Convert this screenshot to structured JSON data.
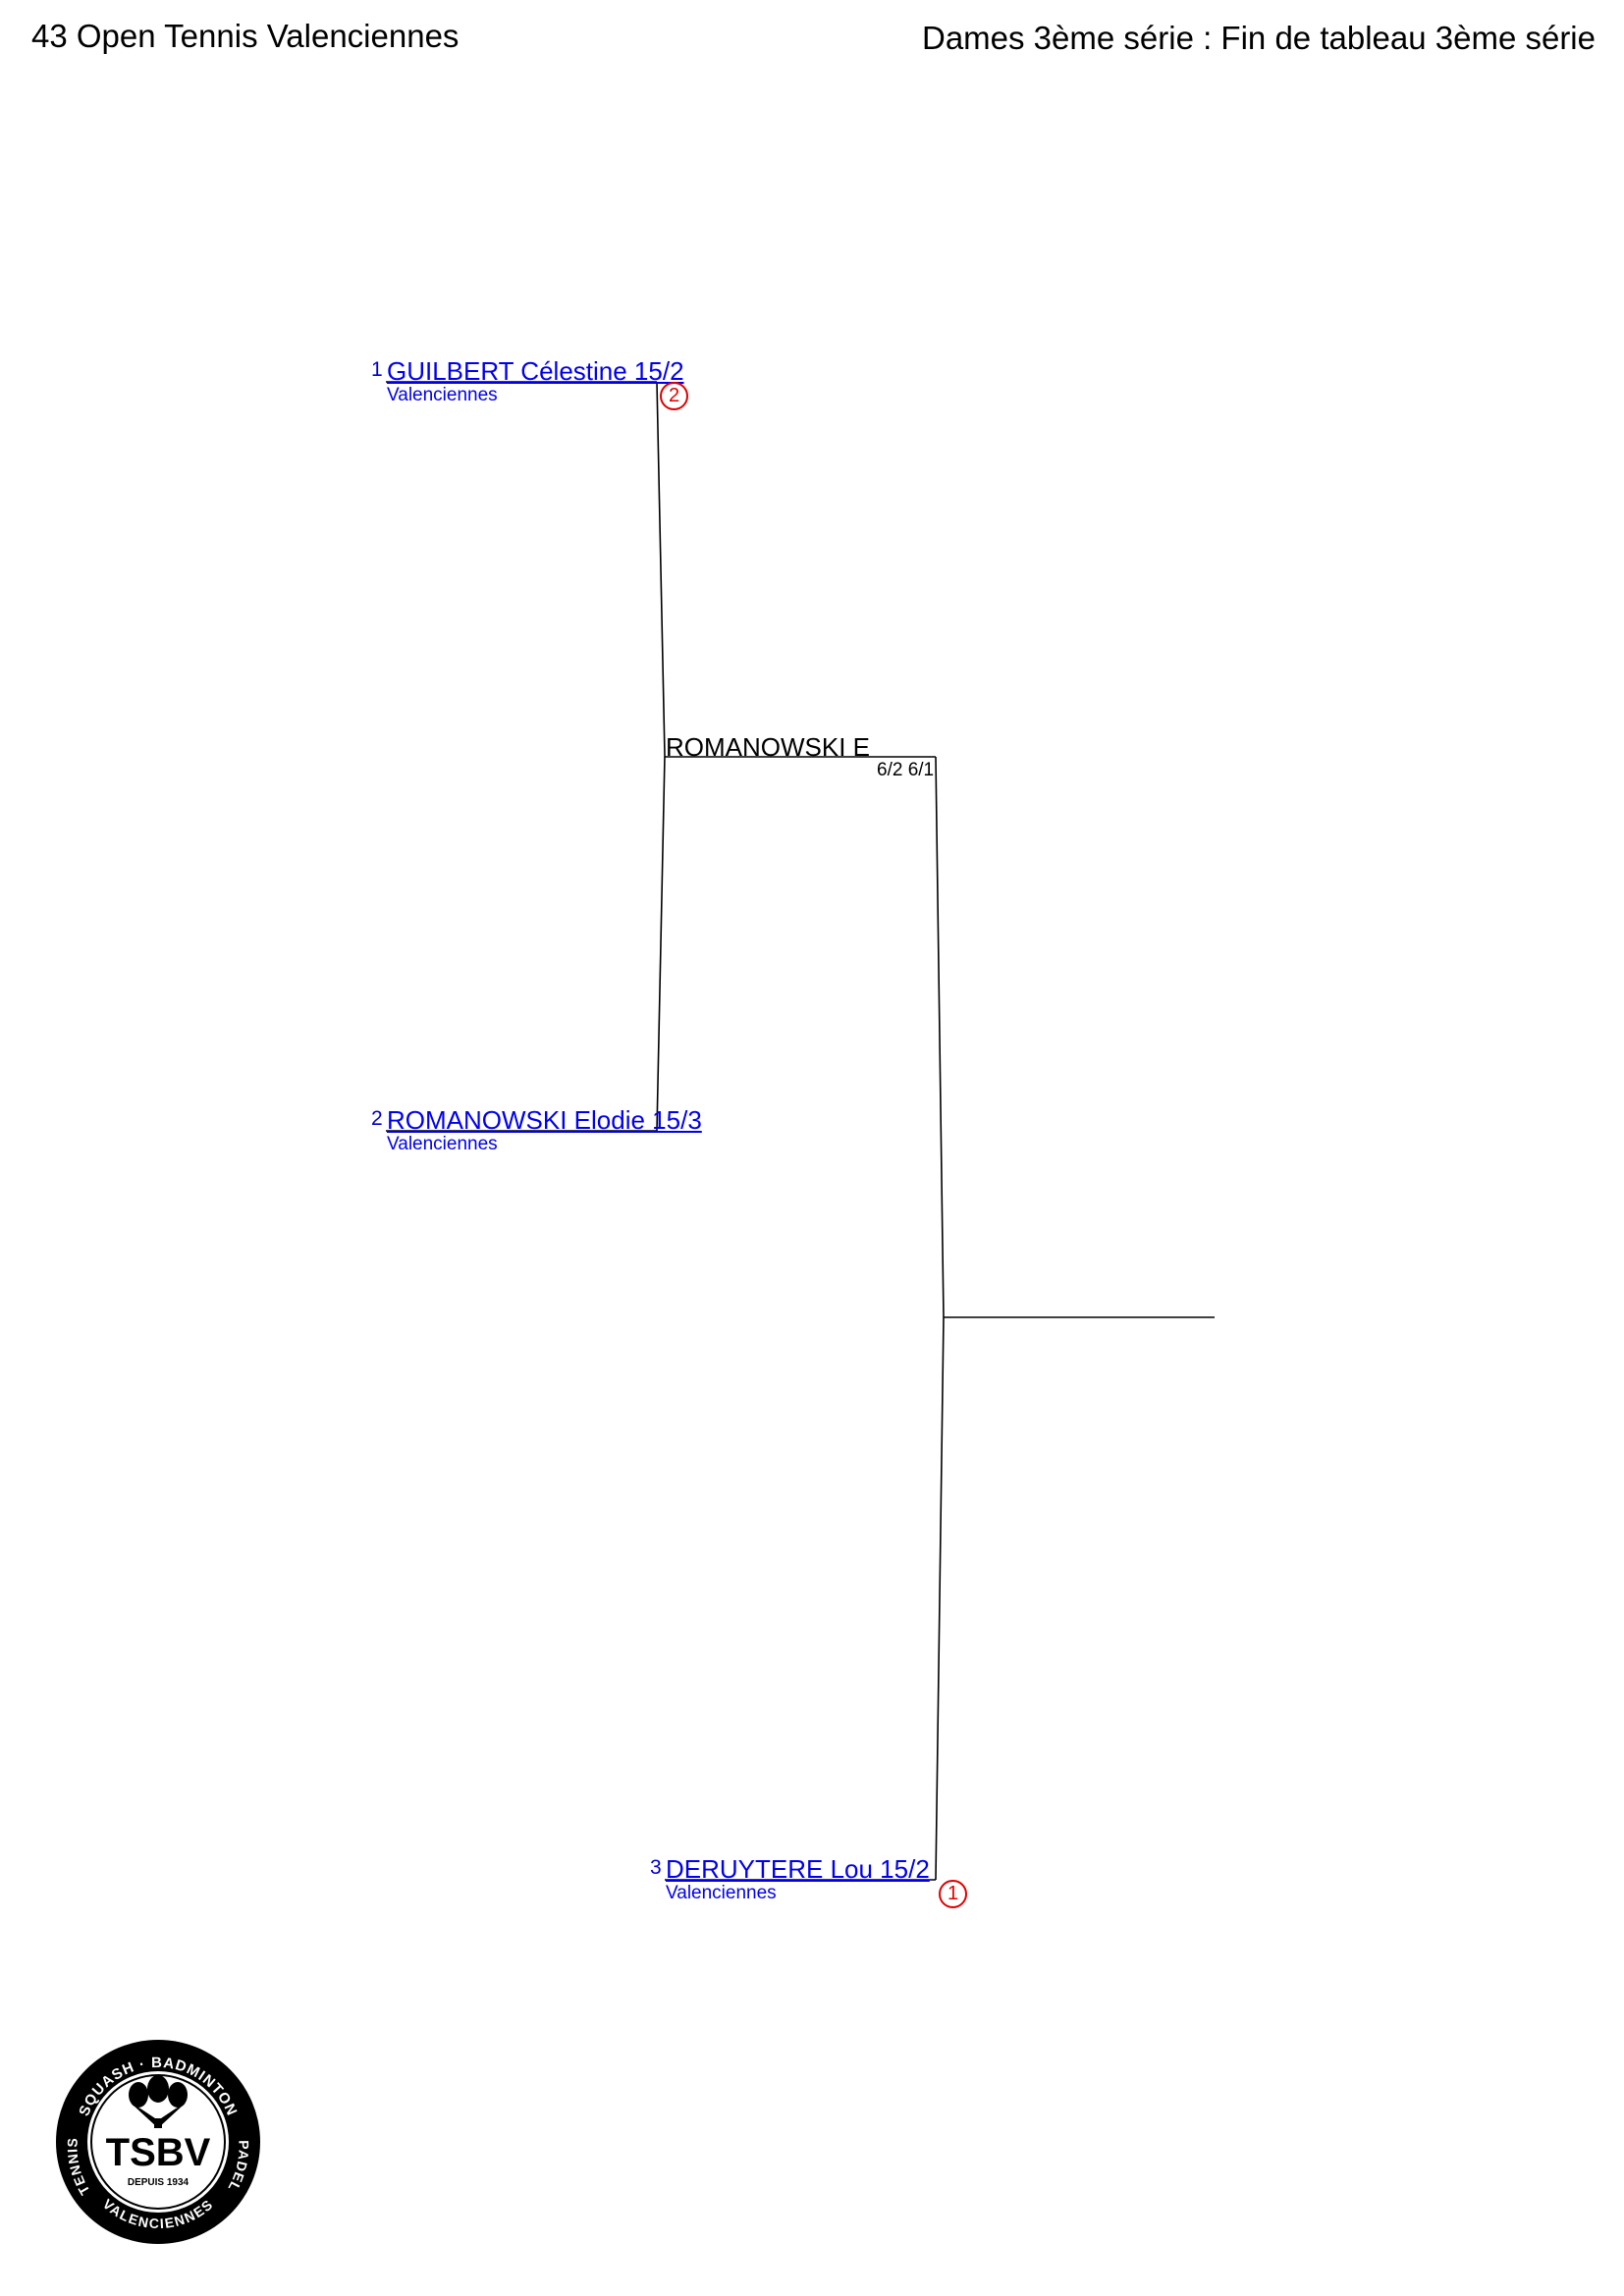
{
  "header": {
    "tournament_title": "43 Open Tennis Valenciennes",
    "draw_title": "Dames 3ème série : Fin de tableau 3ème série"
  },
  "players": [
    {
      "seed": "1",
      "name": "GUILBERT Célestine 15/2",
      "club": "Valenciennes",
      "badge": "2"
    },
    {
      "seed": "2",
      "name": "ROMANOWSKI Elodie 15/3",
      "club": "Valenciennes",
      "badge": ""
    },
    {
      "seed": "3",
      "name": "DERUYTERE Lou 15/2",
      "club": "Valenciennes",
      "badge": "1"
    }
  ],
  "matches": [
    {
      "winner": "ROMANOWSKI E",
      "score": "6/2 6/1"
    }
  ],
  "logo": {
    "text": "TSBV",
    "ring_top": "SQUASH · BADMINTON",
    "ring_left": "TENNIS",
    "ring_right": "PADEL",
    "ring_bottom": "VALENCIENNES",
    "since": "DEPUIS 1934"
  },
  "colors": {
    "link": "#0000ee",
    "badge": "#e00000",
    "line": "#000000"
  }
}
